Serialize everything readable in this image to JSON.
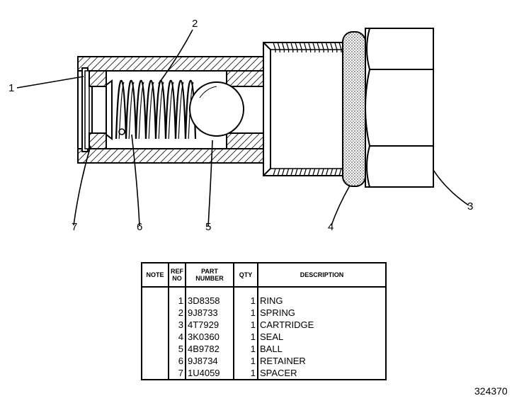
{
  "callouts": {
    "c1": "1",
    "c2": "2",
    "c3": "3",
    "c4": "4",
    "c5": "5",
    "c6": "6",
    "c7": "7"
  },
  "table": {
    "headers": {
      "note": "NOTE",
      "ref_no_1": "REF",
      "ref_no_2": "NO",
      "part_number_1": "PART",
      "part_number_2": "NUMBER",
      "qty": "QTY",
      "description": "DESCRIPTION"
    },
    "rows": [
      {
        "note": "",
        "ref": "1",
        "part": "3D8358",
        "qty": "1",
        "desc": "RING"
      },
      {
        "note": "",
        "ref": "2",
        "part": "9J8733",
        "qty": "1",
        "desc": "SPRING"
      },
      {
        "note": "",
        "ref": "3",
        "part": "4T7929",
        "qty": "1",
        "desc": "CARTRIDGE"
      },
      {
        "note": "",
        "ref": "4",
        "part": "3K0360",
        "qty": "1",
        "desc": "SEAL"
      },
      {
        "note": "",
        "ref": "5",
        "part": "4B9782",
        "qty": "1",
        "desc": "BALL"
      },
      {
        "note": "",
        "ref": "6",
        "part": "9J8734",
        "qty": "1",
        "desc": "RETAINER"
      },
      {
        "note": "",
        "ref": "7",
        "part": "1U4059",
        "qty": "1",
        "desc": "SPACER"
      }
    ]
  },
  "figure_number": "324370"
}
